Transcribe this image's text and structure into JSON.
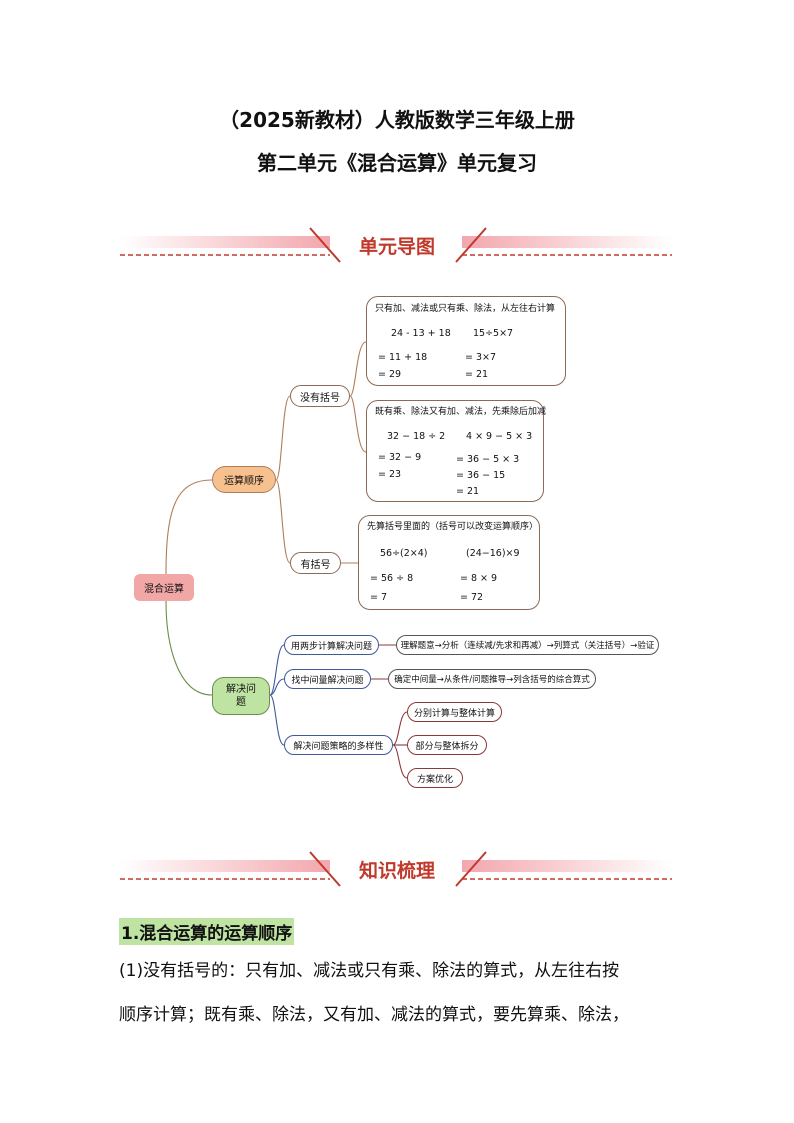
{
  "doc": {
    "title_line1": "（2025新教材）人教版数学三年级上册",
    "title_line2": "第二单元《混合运算》单元复习"
  },
  "banners": {
    "map": "单元导图",
    "knowledge": "知识梳理"
  },
  "mindmap": {
    "root": "混合运算",
    "order": "运算顺序",
    "no_paren": "没有括号",
    "with_paren": "有括号",
    "solve": "解决问题",
    "box1": {
      "rule": "只有加、减法或只有乘、除法，从左往右计算",
      "a_expr": "24 - 13 + 18",
      "a_step1": "=  11 + 18",
      "a_step2": "=  29",
      "b_expr": "15÷5×7",
      "b_step1": "=  3×7",
      "b_step2": "=  21"
    },
    "box2": {
      "rule": "既有乘、除法又有加、减法，先乘除后加减",
      "a_expr": "32 − 18 ÷ 2",
      "a_step1": "= 32  −  9",
      "a_step2": "= 23",
      "b_expr": "4 × 9 − 5 × 3",
      "b_step1": "= 36  −  5 × 3",
      "b_step2": "= 36  −  15",
      "b_step3": "= 21"
    },
    "box3": {
      "rule": "先算括号里面的（括号可以改变运算顺序）",
      "a_expr": "56÷(2×4)",
      "a_step1": "= 56 ÷ 8",
      "a_step2": "= 7",
      "b_expr": "(24−16)×9",
      "b_step1": "=  8 × 9",
      "b_step2": "=  72"
    },
    "solve_items": [
      {
        "label": "用两步计算解决问题",
        "detail": "理解题意→分析（连续减/先求和再减）→列算式（关注括号）→验证"
      },
      {
        "label": "找中间量解决问题",
        "detail": "确定中间量→从条件/问题推导→列含括号的综合算式"
      },
      {
        "label": "解决问题策略的多样性",
        "subs": [
          "分别计算与整体计算",
          "部分与整体拆分",
          "方案优化"
        ]
      }
    ]
  },
  "knowledge": {
    "heading": "1.混合运算的运算顺序",
    "line1": "(1)没有括号的：只有加、减法或只有乘、除法的算式，从左往右按",
    "line2": "顺序计算；既有乘、除法，又有加、减法的算式，要先算乘、除法，"
  },
  "colors": {
    "root": "#f2a7a7",
    "order": "#f6c08f",
    "solve": "#bfe3a3",
    "arrow": "#d9342b",
    "banner_dash": "#c0392b",
    "heading_bg": "#bfe3a3"
  }
}
